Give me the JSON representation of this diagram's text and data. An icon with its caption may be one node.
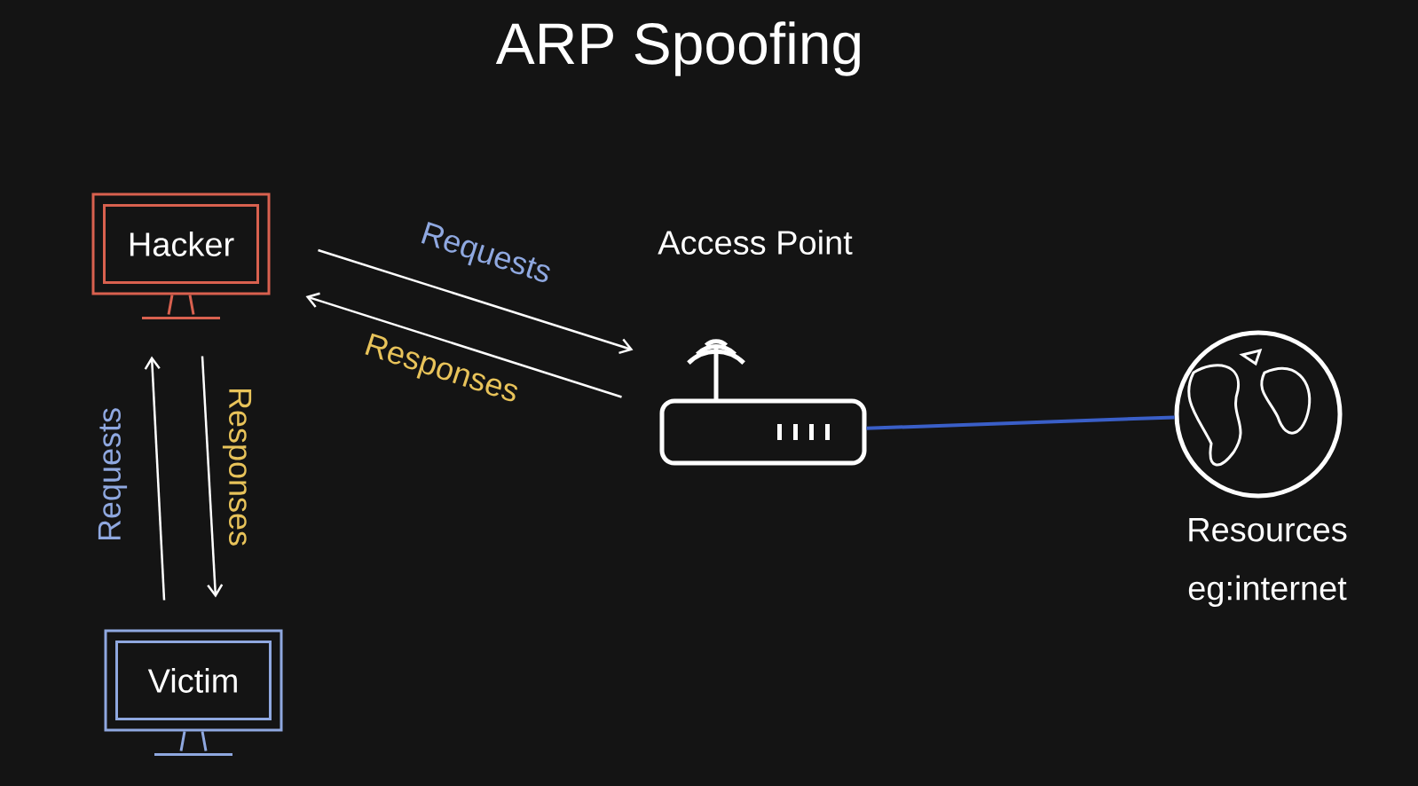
{
  "diagram": {
    "title": "ARP Spoofing",
    "nodes": [
      {
        "text": [
          "Hacker"
        ]
      },
      {
        "text": [
          "Victim"
        ]
      },
      {
        "text": [
          "Access Point"
        ]
      },
      {
        "text": [
          "Resources eg:internet"
        ]
      }
    ],
    "edges": [
      {
        "from": 0,
        "to": 2,
        "arrow": "to",
        "label": "Requests"
      },
      {
        "from": 2,
        "to": 0,
        "arrow": "to",
        "label": "Responses"
      },
      {
        "from": 1,
        "to": 0,
        "arrow": "to",
        "label": "Requests"
      },
      {
        "from": 0,
        "to": 1,
        "arrow": "to",
        "label": "Responses"
      },
      {
        "from": 2,
        "to": 3,
        "arrow": "none",
        "color": "#3a5fc8"
      }
    ]
  }
}
